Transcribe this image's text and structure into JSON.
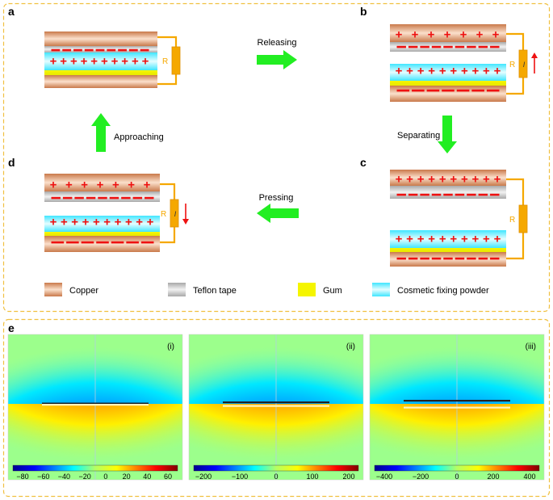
{
  "panels": {
    "a": {
      "letter": "a"
    },
    "b": {
      "letter": "b"
    },
    "c": {
      "letter": "c"
    },
    "d": {
      "letter": "d"
    },
    "e": {
      "letter": "e"
    }
  },
  "arrows": {
    "releasing": "Releasing",
    "separating": "Separating",
    "pressing": "Pressing",
    "approaching": "Approaching"
  },
  "resistor_label": "R",
  "current_label": "I",
  "signs": {
    "plus": "+",
    "minus": "−"
  },
  "legend": [
    {
      "label": "Copper",
      "swatch": "copper"
    },
    {
      "label": "Teflon tape",
      "swatch": "teflon"
    },
    {
      "label": "Gum",
      "swatch": "gum"
    },
    {
      "label": "Cosmetic fixing powder",
      "swatch": "powder"
    }
  ],
  "field_plots": [
    {
      "label": "(i)",
      "ticks": [
        "−80",
        "−60",
        "−40",
        "−20",
        "0",
        "20",
        "40",
        "60"
      ]
    },
    {
      "label": "(ii)",
      "ticks": [
        "−200",
        "−100",
        "0",
        "100",
        "200"
      ]
    },
    {
      "label": "(iii)",
      "ticks": [
        "−400",
        "−200",
        "0",
        "200",
        "400"
      ]
    }
  ],
  "colors": {
    "frame": "#F0C040",
    "arrow": "#22EE22",
    "charge": "#EE1111",
    "wire": "#F5A800",
    "copper": "#D98C5C",
    "teflon": "#B5B5B5",
    "gum": "#F5F500",
    "powder": "#6BEFFF"
  }
}
